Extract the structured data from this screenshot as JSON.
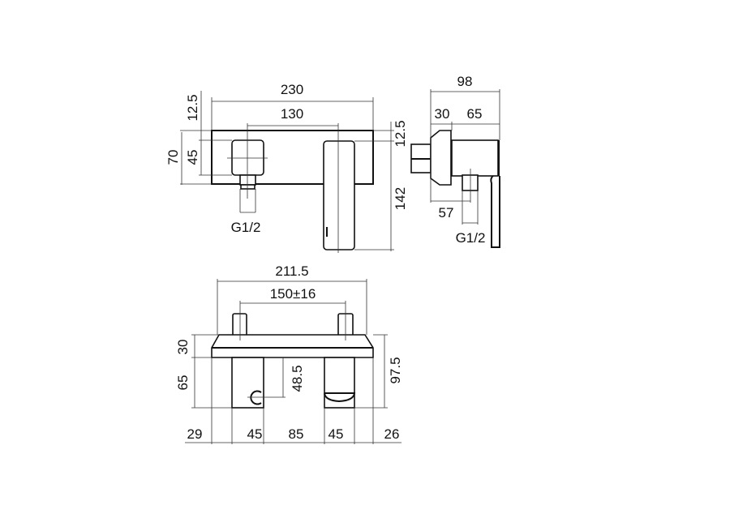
{
  "front_view": {
    "width_total": "230",
    "width_centers": "130",
    "top_offset_left": "12.5",
    "knob_height": "45",
    "body_height": "70",
    "top_offset_right": "12.5",
    "spout_height": "142",
    "thread": "G1/2"
  },
  "side_view": {
    "depth_total": "98",
    "depth_wall": "30",
    "depth_body": "65",
    "outlet_offset": "57",
    "thread": "G1/2"
  },
  "top_view": {
    "width_total": "211.5",
    "inlet_spacing": "150±16",
    "plate_depth": "30",
    "body_depth": "65",
    "knob_depth": "48.5",
    "total_depth": "97.5",
    "segments": [
      "29",
      "45",
      "85",
      "45",
      "26"
    ]
  },
  "colors": {
    "line": "#111111"
  }
}
